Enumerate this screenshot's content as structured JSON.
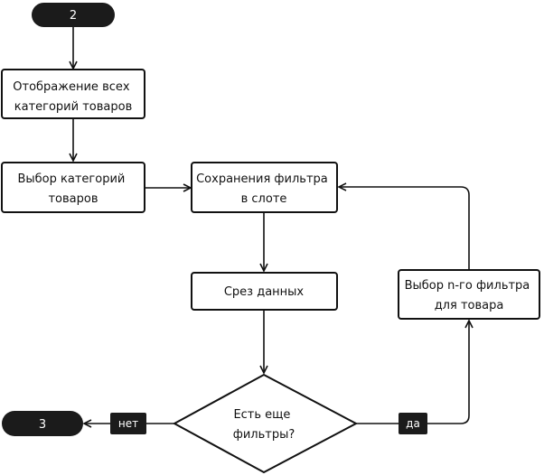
{
  "terminals": {
    "start": "2",
    "end": "3"
  },
  "nodes": {
    "show_all": [
      "Отображение всех",
      "категорий товаров"
    ],
    "choose_categories": [
      "Выбор категорий",
      "товаров"
    ],
    "save_filter": [
      "Сохранения фильтра",
      "в слоте"
    ],
    "data_slice": [
      "Срез данных"
    ],
    "choose_nth_filter": [
      "Выбор n-го фильтра",
      "для товара"
    ],
    "more_filters": [
      "Есть еще",
      "фильтры?"
    ]
  },
  "edge_labels": {
    "no": "нет",
    "yes": "да"
  },
  "colors": {
    "stroke": "#111111",
    "terminal_fill": "#1b1b1b",
    "node_fill": "#ffffff",
    "label_fill": "#1b1b1b"
  }
}
